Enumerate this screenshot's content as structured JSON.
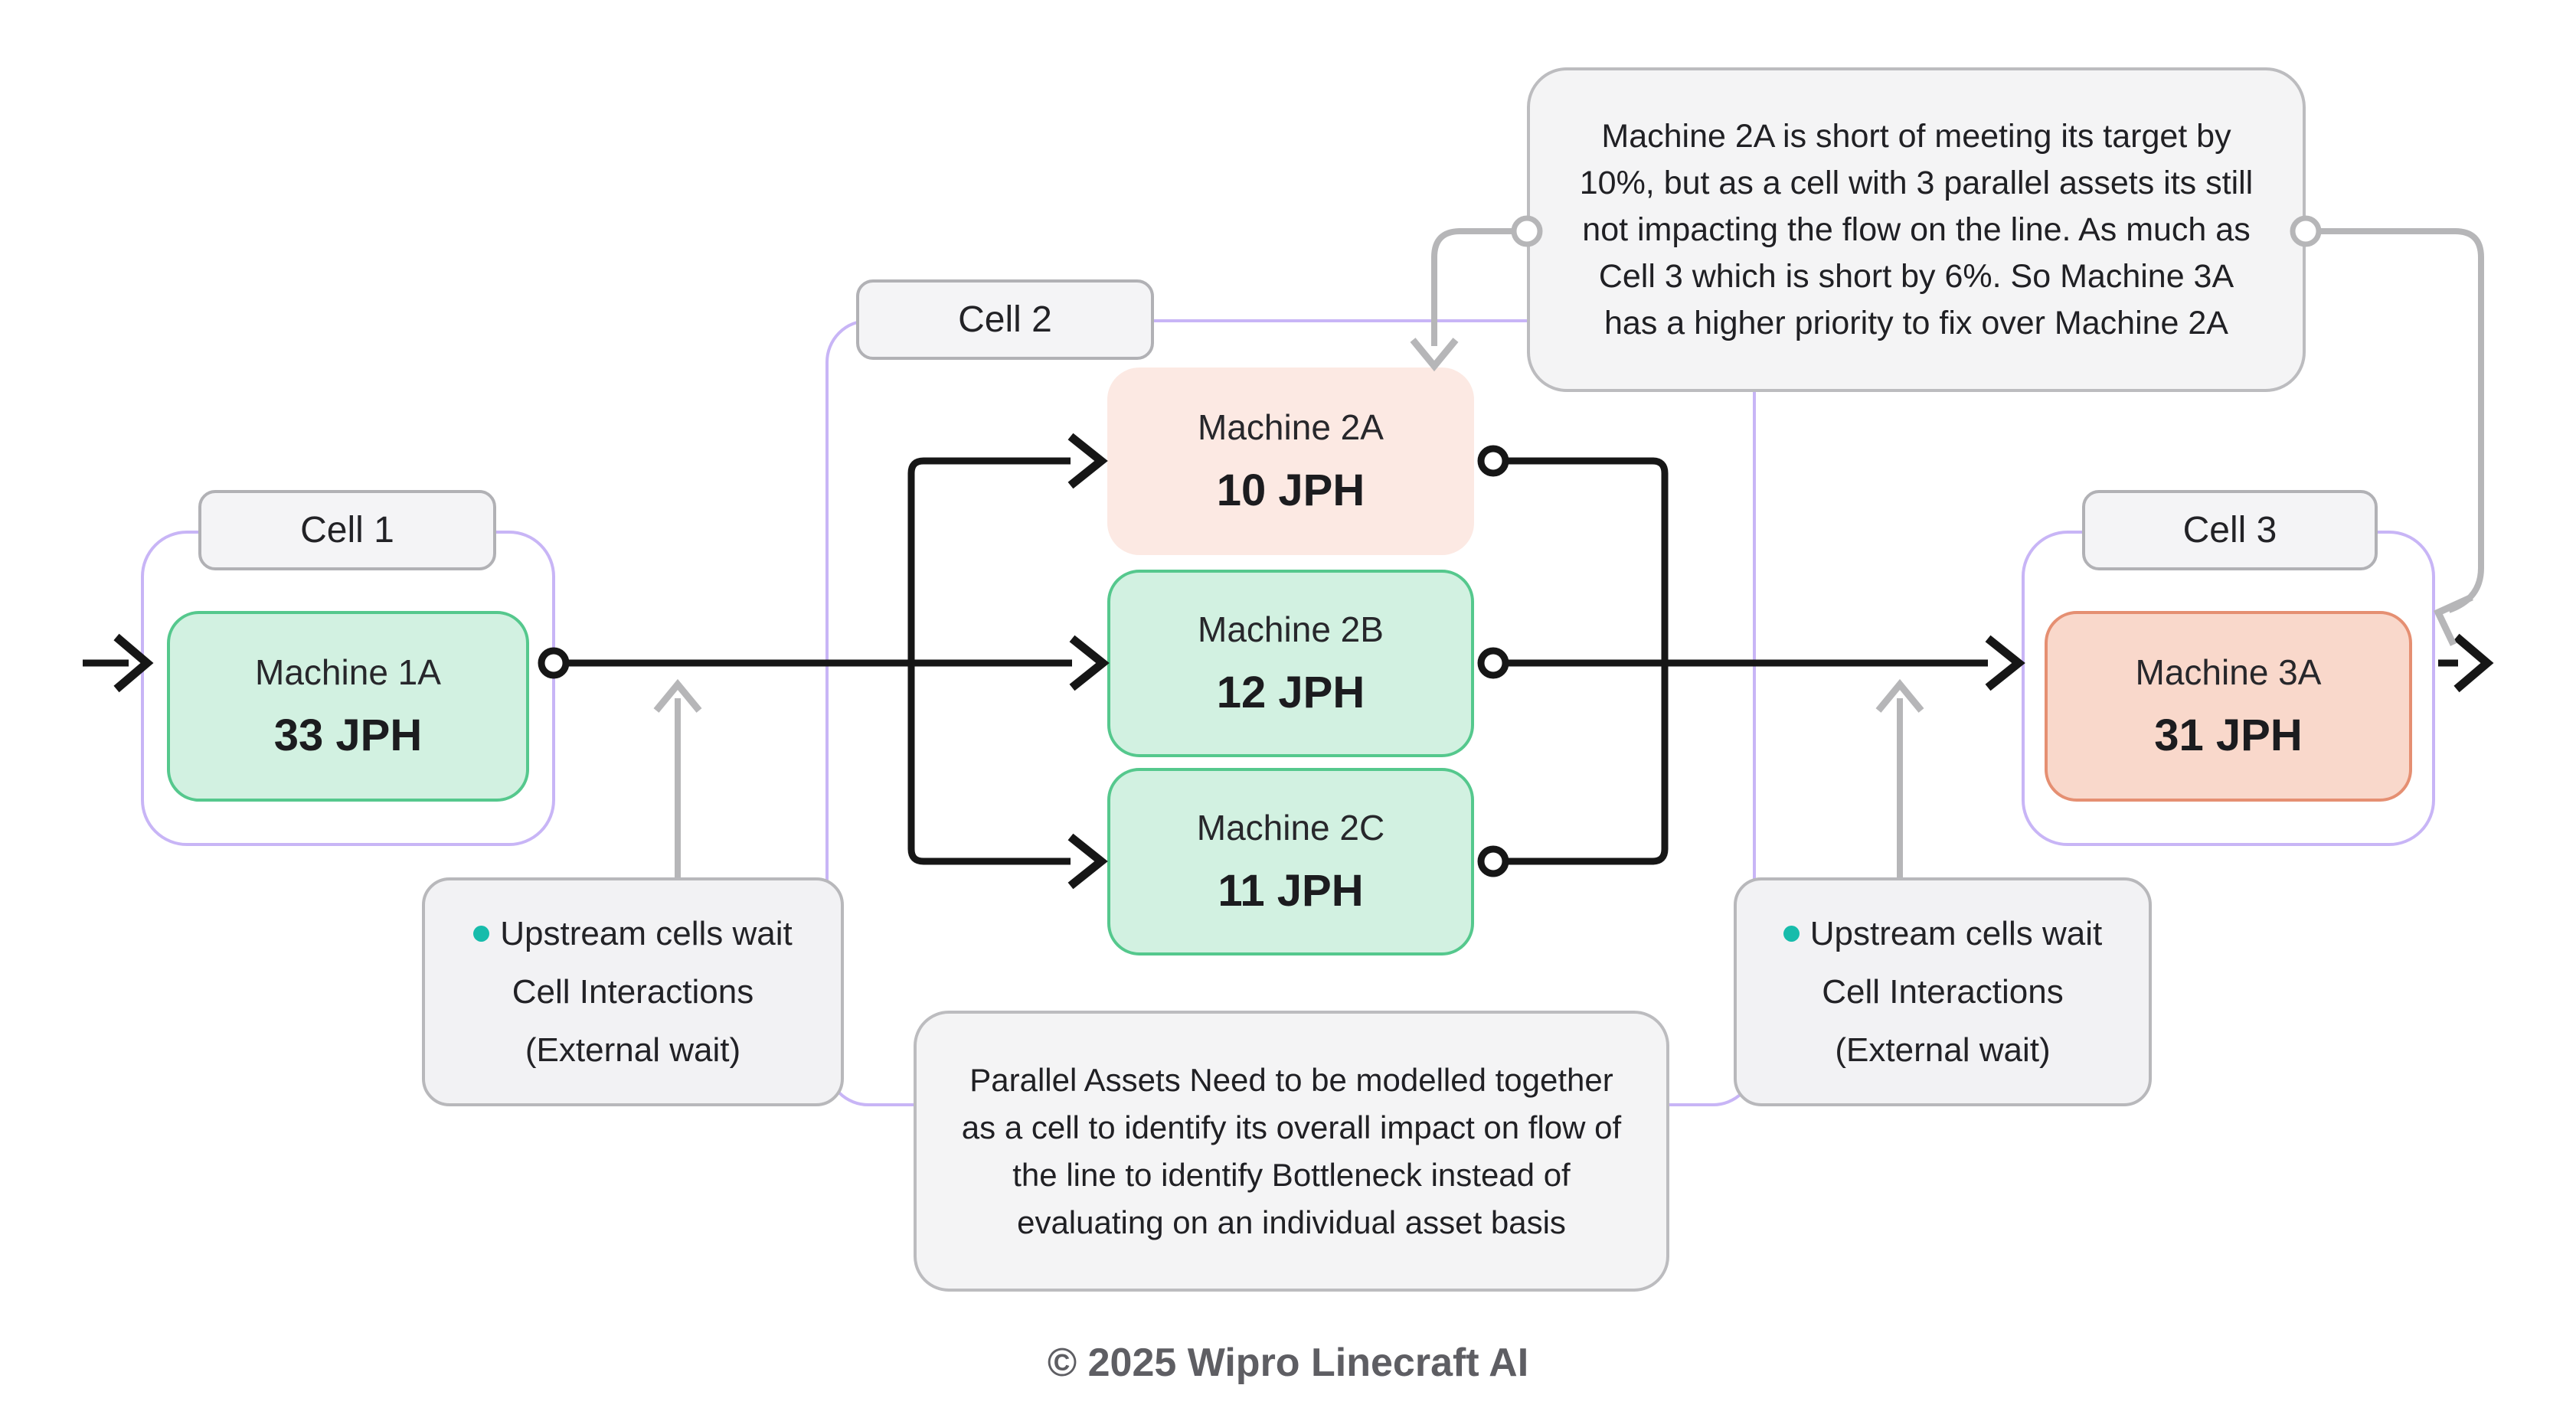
{
  "cells": [
    {
      "label": "Cell 1",
      "machines": [
        {
          "name": "Machine 1A",
          "rate": "33 JPH",
          "status": "on-target"
        }
      ]
    },
    {
      "label": "Cell 2",
      "machines": [
        {
          "name": "Machine 2A",
          "rate": "10 JPH",
          "status": "below-target"
        },
        {
          "name": "Machine 2B",
          "rate": "12 JPH",
          "status": "on-target"
        },
        {
          "name": "Machine 2C",
          "rate": "11 JPH",
          "status": "on-target"
        }
      ]
    },
    {
      "label": "Cell 3",
      "machines": [
        {
          "name": "Machine 3A",
          "rate": "31 JPH",
          "status": "bottleneck"
        }
      ]
    }
  ],
  "notes": {
    "machine_2a_note": "Machine 2A is short of meeting its target by 10%, but as a cell with 3 parallel assets its still not impacting the flow on the line. As much as Cell 3 which is short by 6%. So Machine 3A has a higher priority to fix over Machine 2A",
    "parallel_assets_note": "Parallel Assets Need to be modelled together as a cell to identify its overall impact on flow of the line to identify Bottleneck instead of evaluating on an individual asset basis",
    "wait_note": {
      "line1": "Upstream cells wait",
      "line2": "Cell Interactions",
      "line3": "(External wait)"
    }
  },
  "footer": {
    "copyright": "© 2025 Wipro Linecraft AI"
  },
  "colors": {
    "ok_fill": "#d2f1e1",
    "ok_border": "#55c88d",
    "warn_fill": "#fce9e3",
    "bottleneck_fill": "#f9d8cb",
    "bottleneck_border": "#e58f72",
    "cell_outline": "#c8b5f6",
    "note_fill": "#f4f4f5",
    "note_border": "#bcbcbf",
    "bullet_teal": "#17bcab",
    "flow_black": "#161616",
    "connector_gray": "#b6b6b8",
    "footer_gray": "#5e5e63"
  }
}
